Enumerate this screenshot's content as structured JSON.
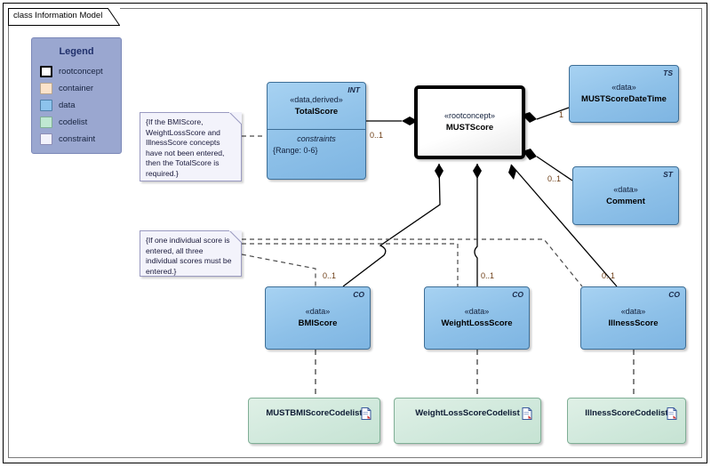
{
  "diagram": {
    "title": "class Information Model",
    "type": "uml-class-diagram"
  },
  "legend": {
    "title": "Legend",
    "items": [
      {
        "label": "rootconcept",
        "color": "#ffffff"
      },
      {
        "label": "container",
        "color": "#fbe3ca"
      },
      {
        "label": "data",
        "color": "#8dc3ec"
      },
      {
        "label": "codelist",
        "color": "#bfe8d2"
      },
      {
        "label": "constraint",
        "color": "#f2f2fb"
      }
    ]
  },
  "classes": {
    "total_score": {
      "stereotype": "«data,derived»",
      "name": "TotalScore",
      "tag": "INT",
      "compartment_header": "constraints",
      "constraint": "{Range: 0-6}",
      "kind": "data"
    },
    "must_score": {
      "stereotype": "«rootconcept»",
      "name": "MUSTScore",
      "tag": "",
      "kind": "rootconcept"
    },
    "must_score_datetime": {
      "stereotype": "«data»",
      "name": "MUSTScoreDateTime",
      "tag": "TS",
      "kind": "data"
    },
    "comment": {
      "stereotype": "«data»",
      "name": "Comment",
      "tag": "ST",
      "kind": "data"
    },
    "bmi_score": {
      "stereotype": "«data»",
      "name": "BMIScore",
      "tag": "CO",
      "kind": "data"
    },
    "weight_loss_score": {
      "stereotype": "«data»",
      "name": "WeightLossScore",
      "tag": "CO",
      "kind": "data"
    },
    "illness_score": {
      "stereotype": "«data»",
      "name": "IllnessScore",
      "tag": "CO",
      "kind": "data"
    },
    "bmi_codelist": {
      "name": "MUSTBMIScoreCodelist",
      "kind": "codelist"
    },
    "weightloss_codelist": {
      "name": "WeightLossScoreCodelist",
      "kind": "codelist"
    },
    "illness_codelist": {
      "name": "IllnessScoreCodelist",
      "kind": "codelist"
    }
  },
  "notes": {
    "total_score_note": {
      "text": "{If the BMIScore, WeightLossScore and IllnessScore concepts have not been entered, then the TotalScore is required.}"
    },
    "individual_scores_note": {
      "text": "{If one individual score is entered, all three individual scores must be entered.}"
    }
  },
  "multiplicities": {
    "total_score": "0..1",
    "must_score_datetime": "1",
    "comment": "0..1",
    "bmi_score": "0..1",
    "weight_loss_score": "0..1",
    "illness_score": "0..1"
  },
  "colors": {
    "data_fill": "#8dc3ec",
    "codelist_fill": "#cfe8db",
    "note_fill": "#f3f3fb",
    "legend_fill": "#9aa7d0",
    "multiplicity_text": "#6b3b12"
  }
}
